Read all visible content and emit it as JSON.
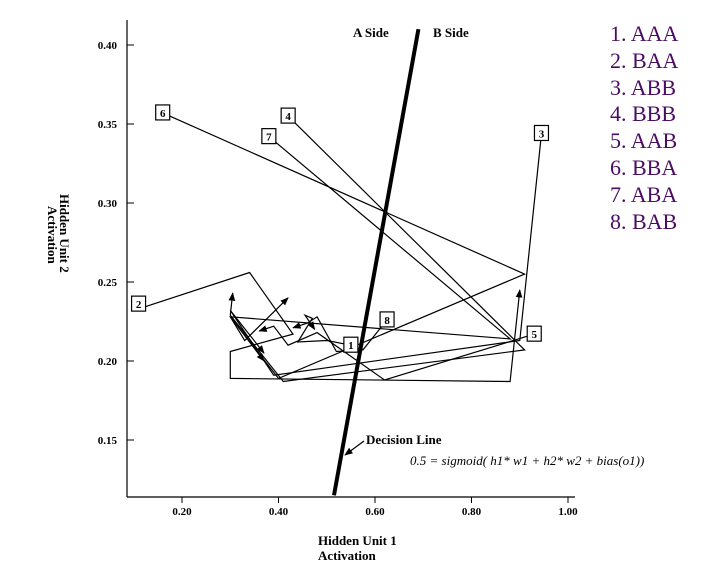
{
  "chart_data": {
    "type": "line",
    "xlabel": [
      "Hidden Unit 1",
      "Activation"
    ],
    "ylabel": [
      "Hidden Unit 2",
      "Activation"
    ],
    "xlim": [
      0.1,
      1.0
    ],
    "ylim": [
      0.115,
      0.41
    ],
    "x_ticks": [
      0.2,
      0.4,
      0.6,
      0.8,
      1.0
    ],
    "x_tick_labels": [
      "0.20",
      "0.40",
      "0.60",
      "0.80",
      "1.00"
    ],
    "y_ticks": [
      0.15,
      0.2,
      0.25,
      0.3,
      0.35,
      0.4
    ],
    "y_tick_labels": [
      "0.15",
      "0.20",
      "0.25",
      "0.30",
      "0.35",
      "0.40"
    ],
    "grid": false,
    "side_labels": {
      "a": "A Side",
      "b": "B Side"
    },
    "decision_line": {
      "label": "Decision Line",
      "formula": "0.5 = sigmoid( h1* w1  +  h2* w2  + bias(o1))",
      "from": [
        0.515,
        0.115
      ],
      "to": [
        0.69,
        0.41
      ],
      "color": "#000000"
    },
    "legend": {
      "position": "top-right",
      "color": "#4b0c63",
      "entries": [
        "1.  AAA",
        "2.  BAA",
        "3.  ABB",
        "4.  BBB",
        "5.  AAB",
        "6.  BBA",
        "7.  ABA",
        "8.  BAB"
      ]
    },
    "series": [
      {
        "label": "6",
        "points": [
          [
            0.16,
            0.357
          ],
          [
            0.91,
            0.255
          ],
          [
            0.4,
            0.189
          ],
          [
            0.3,
            0.228
          ],
          [
            0.37,
            0.2
          ]
        ]
      },
      {
        "label": "2",
        "points": [
          [
            0.12,
            0.234
          ],
          [
            0.34,
            0.256
          ],
          [
            0.43,
            0.217
          ],
          [
            0.3,
            0.206
          ],
          [
            0.3,
            0.189
          ],
          [
            0.88,
            0.187
          ],
          [
            0.9,
            0.245
          ]
        ]
      },
      {
        "label": "3",
        "points": [
          [
            0.945,
            0.344
          ],
          [
            0.9,
            0.213
          ],
          [
            0.39,
            0.191
          ],
          [
            0.3,
            0.232
          ],
          [
            0.37,
            0.205
          ]
        ]
      },
      {
        "label": "4",
        "points": [
          [
            0.42,
            0.355
          ],
          [
            0.91,
            0.207
          ],
          [
            0.41,
            0.187
          ],
          [
            0.3,
            0.229
          ],
          [
            0.305,
            0.243
          ]
        ]
      },
      {
        "label": "7",
        "points": [
          [
            0.38,
            0.342
          ],
          [
            0.88,
            0.214
          ],
          [
            0.3,
            0.228
          ],
          [
            0.33,
            0.213
          ],
          [
            0.42,
            0.24
          ]
        ]
      },
      {
        "label": "5",
        "points": [
          [
            0.93,
            0.217
          ],
          [
            0.62,
            0.188
          ],
          [
            0.48,
            0.218
          ],
          [
            0.42,
            0.21
          ],
          [
            0.39,
            0.222
          ],
          [
            0.36,
            0.219
          ]
        ]
      },
      {
        "label": "8",
        "points": [
          [
            0.625,
            0.226
          ],
          [
            0.575,
            0.207
          ],
          [
            0.52,
            0.206
          ],
          [
            0.48,
            0.228
          ],
          [
            0.46,
            0.224
          ],
          [
            0.43,
            0.221
          ]
        ]
      },
      {
        "label": "1",
        "points": [
          [
            0.55,
            0.21
          ],
          [
            0.5,
            0.213
          ],
          [
            0.44,
            0.212
          ],
          [
            0.47,
            0.227
          ],
          [
            0.455,
            0.229
          ],
          [
            0.475,
            0.22
          ]
        ]
      }
    ],
    "box_labels": [
      {
        "text": "6",
        "at": [
          0.16,
          0.357
        ]
      },
      {
        "text": "2",
        "at": [
          0.11,
          0.236
        ]
      },
      {
        "text": "3",
        "at": [
          0.945,
          0.344
        ]
      },
      {
        "text": "4",
        "at": [
          0.42,
          0.355
        ]
      },
      {
        "text": "7",
        "at": [
          0.38,
          0.342
        ]
      },
      {
        "text": "5",
        "at": [
          0.93,
          0.217
        ]
      },
      {
        "text": "8",
        "at": [
          0.625,
          0.226
        ]
      },
      {
        "text": "1",
        "at": [
          0.55,
          0.21
        ]
      }
    ]
  }
}
